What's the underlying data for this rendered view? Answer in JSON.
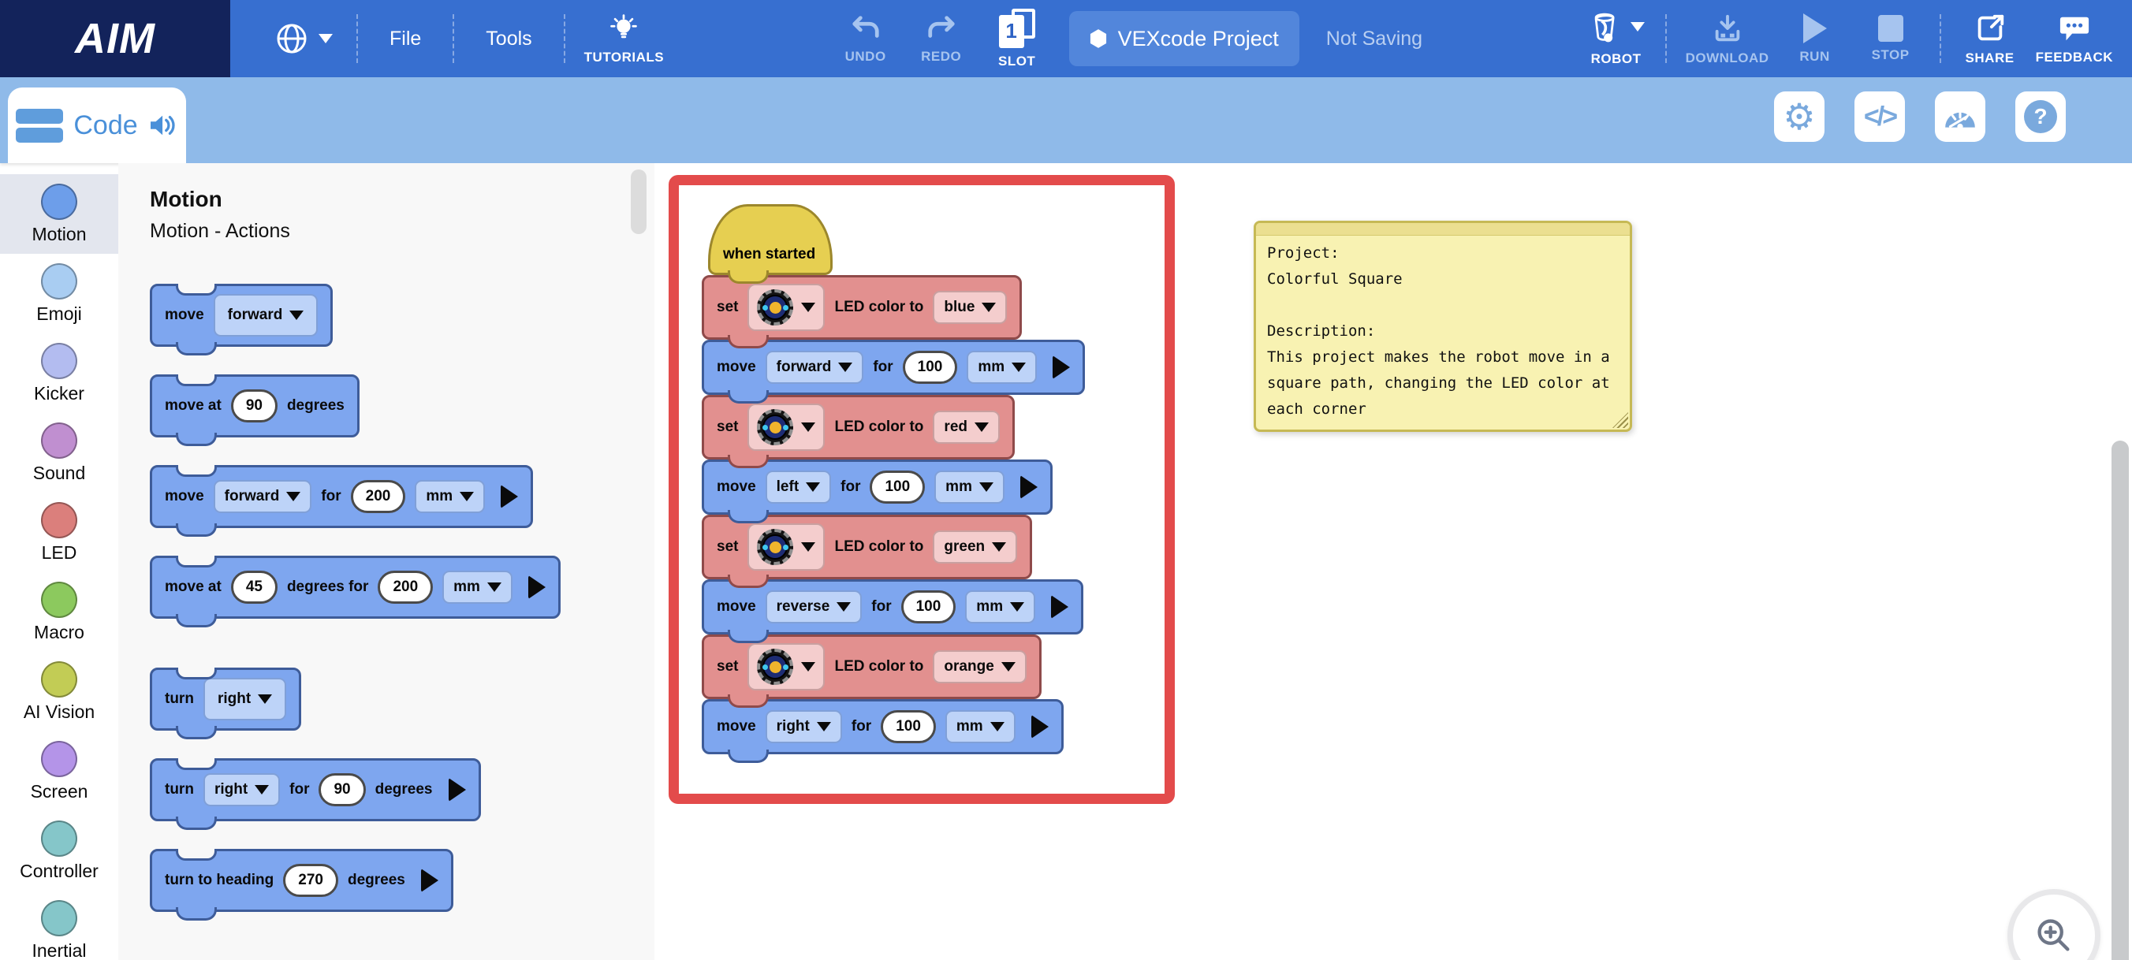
{
  "topbar": {
    "logo": "AIM",
    "menus": {
      "file": "File",
      "tools": "Tools"
    },
    "tutorials_label": "TUTORIALS",
    "undo_label": "UNDO",
    "redo_label": "REDO",
    "slot_label": "SLOT",
    "slot_number": "1",
    "project_name": "VEXcode Project",
    "save_status": "Not Saving",
    "robot_label": "ROBOT",
    "download_label": "DOWNLOAD",
    "run_label": "RUN",
    "stop_label": "STOP",
    "share_label": "SHARE",
    "feedback_label": "FEEDBACK"
  },
  "subbar": {
    "tab_label": "Code",
    "icons": {
      "gear": "⚙",
      "code": "</>",
      "help": "?"
    }
  },
  "sidebar": {
    "items": [
      {
        "label": "Motion",
        "color": "#6d9eea",
        "selected": true
      },
      {
        "label": "Emoji",
        "color": "#a9cdf2",
        "selected": false
      },
      {
        "label": "Kicker",
        "color": "#b3bcf0",
        "selected": false
      },
      {
        "label": "Sound",
        "color": "#c08fd0",
        "selected": false
      },
      {
        "label": "LED",
        "color": "#db7f7c",
        "selected": false
      },
      {
        "label": "Macro",
        "color": "#8cc95e",
        "selected": false
      },
      {
        "label": "AI Vision",
        "color": "#c2cc55",
        "selected": false
      },
      {
        "label": "Screen",
        "color": "#b494e8",
        "selected": false
      },
      {
        "label": "Controller",
        "color": "#85c6c9",
        "selected": false
      },
      {
        "label": "Inertial",
        "color": "#85c6c9",
        "selected": false
      }
    ]
  },
  "palette": {
    "title": "Motion",
    "subtitle": "Motion - Actions",
    "blocks": {
      "move_dd": {
        "verb": "move",
        "dir": "forward"
      },
      "move_at": {
        "verb": "move at",
        "num": "90",
        "suffix": "degrees"
      },
      "move_for": {
        "verb": "move",
        "dir": "forward",
        "for": "for",
        "num": "200",
        "unit": "mm"
      },
      "move_at_for": {
        "verb": "move at",
        "num": "45",
        "mid": "degrees for",
        "num2": "200",
        "unit": "mm"
      },
      "turn_dd": {
        "verb": "turn",
        "dir": "right"
      },
      "turn_for": {
        "verb": "turn",
        "dir": "right",
        "for": "for",
        "num": "90",
        "suffix": "degrees"
      },
      "turn_heading": {
        "verb": "turn to heading",
        "num": "270",
        "suffix": "degrees"
      }
    }
  },
  "workspace": {
    "hat_label": "when started",
    "script": [
      {
        "verb": "set",
        "mid": "LED color to",
        "value": "blue"
      },
      {
        "verb": "move",
        "dir": "forward",
        "for": "for",
        "num": "100",
        "unit": "mm"
      },
      {
        "verb": "set",
        "mid": "LED color to",
        "value": "red"
      },
      {
        "verb": "move",
        "dir": "left",
        "for": "for",
        "num": "100",
        "unit": "mm"
      },
      {
        "verb": "set",
        "mid": "LED color to",
        "value": "green"
      },
      {
        "verb": "move",
        "dir": "reverse",
        "for": "for",
        "num": "100",
        "unit": "mm"
      },
      {
        "verb": "set",
        "mid": "LED color to",
        "value": "orange"
      },
      {
        "verb": "move",
        "dir": "right",
        "for": "for",
        "num": "100",
        "unit": "mm"
      }
    ],
    "note_text": "Project:\nColorful Square\n\nDescription:\nThis project makes the robot move in a\nsquare path, changing the LED color at\neach corner"
  },
  "colors": {
    "topbar_bg": "#376fd0",
    "logo_bg": "#13235b",
    "subbar_bg": "#8fbae9",
    "move_block": "#7ea6ef",
    "led_block": "#e2908f",
    "hat_block": "#e6cf51",
    "selection_border": "#e34b4b",
    "note_bg": "#f8f2b2",
    "disabled_icon": "#a6c4ef"
  }
}
